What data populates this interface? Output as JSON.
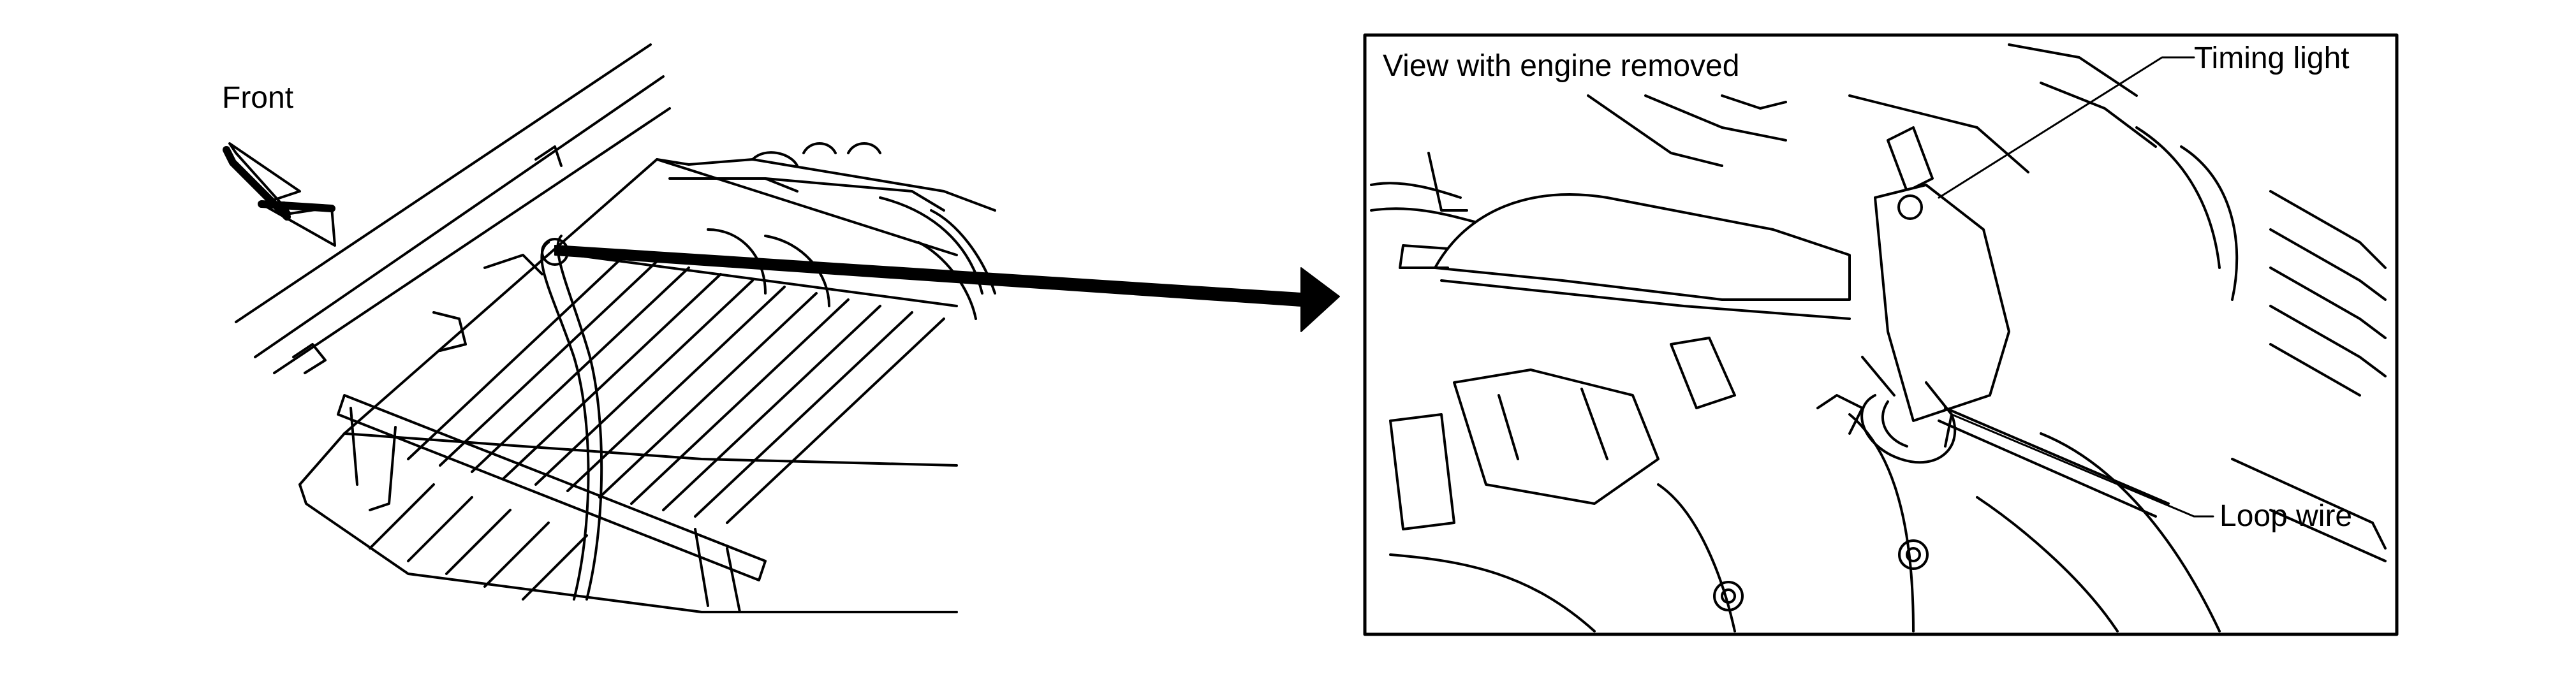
{
  "figure": {
    "labels": {
      "front": "Front",
      "view_caption": "View with engine removed",
      "timing_light": "Timing light",
      "loop_wire": "Loop wire"
    },
    "colors": {
      "ink": "#000000",
      "paper": "#ffffff"
    }
  }
}
